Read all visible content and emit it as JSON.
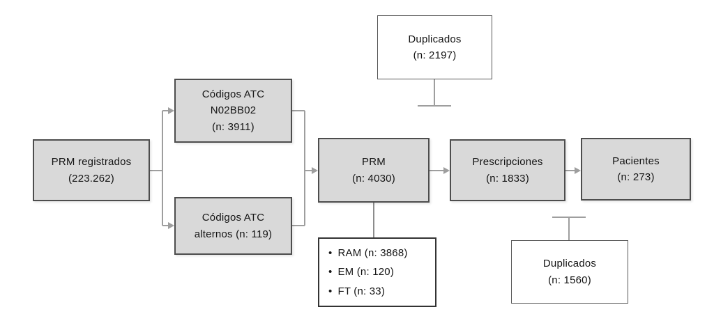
{
  "colors": {
    "box_fill": "#d9d9d9",
    "box_border": "#4d4d4d",
    "white_box_fill": "#ffffff",
    "list_box_border": "#333333",
    "connector": "#9e9e9e"
  },
  "boxes": {
    "prm_registrados": {
      "line1": "PRM registrados",
      "line2": "(223.262)"
    },
    "atc_principal": {
      "line1": "Códigos ATC",
      "line2": "N02BB02",
      "line3": "(n: 3911)"
    },
    "atc_alternos": {
      "line1": "Códigos ATC",
      "line2": "alternos (n: 119)"
    },
    "prm": {
      "line1": "PRM",
      "line2": "(n: 4030)"
    },
    "duplicados_superior": {
      "line1": "Duplicados",
      "line2": "(n: 2197)"
    },
    "prescripciones": {
      "line1": "Prescripciones",
      "line2": "(n: 1833)"
    },
    "pacientes": {
      "line1": "Pacientes",
      "line2": "(n: 273)"
    },
    "clasificacion_prm": {
      "bullet": "•",
      "items": [
        "RAM (n: 3868)",
        "EM (n: 120)",
        "FT (n: 33)"
      ]
    },
    "duplicados_inferior": {
      "line1": "Duplicados",
      "line2": "(n: 1560)"
    }
  }
}
